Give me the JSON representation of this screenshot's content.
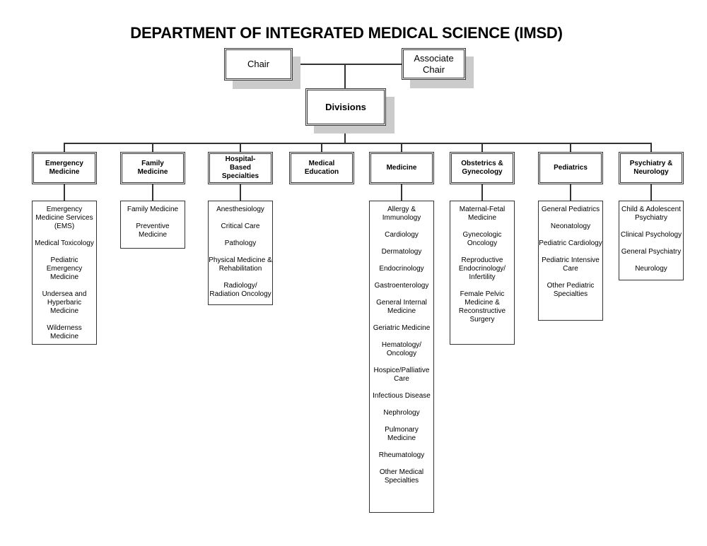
{
  "title": "DEPARTMENT OF INTEGRATED MEDICAL SCIENCE (IMSD)",
  "top": {
    "chair": "Chair",
    "associate_chair": "Associate Chair",
    "divisions": "Divisions"
  },
  "divisions": [
    {
      "name": "Emergency Medicine",
      "items": [
        "Emergency Medicine Services (EMS)",
        "Medical Toxicology",
        "Pediatric Emergency Medicine",
        "Undersea and Hyperbaric Medicine",
        "Wilderness Medicine"
      ]
    },
    {
      "name": "Family Medicine",
      "items": [
        "Family Medicine",
        "Preventive Medicine"
      ]
    },
    {
      "name": "Hospital-Based Specialties",
      "items": [
        "Anesthesiology",
        "Critical Care",
        "Pathology",
        "Physical Medicine & Rehabilitation",
        "Radiology/ Radiation Oncology"
      ]
    },
    {
      "name": "Medical Education",
      "items": []
    },
    {
      "name": "Medicine",
      "items": [
        "Allergy & Immunology",
        "Cardiology",
        "Dermatology",
        "Endocrinology",
        "Gastroenterology",
        "General Internal Medicine",
        "Geriatric Medicine",
        "Hematology/ Oncology",
        "Hospice/Palliative Care",
        "Infectious Disease",
        "Nephrology",
        "Pulmonary Medicine",
        "Rheumatology",
        "Other Medical Specialties"
      ]
    },
    {
      "name": "Obstetrics & Gynecology",
      "items": [
        "Maternal-Fetal Medicine",
        "Gynecologic Oncology",
        "Reproductive Endocrinology/ Infertility",
        "Female Pelvic Medicine & Reconstructive Surgery"
      ]
    },
    {
      "name": "Pediatrics",
      "items": [
        "General Pediatrics",
        "Neonatology",
        "Pediatric Cardiology",
        "Pediatric Intensive Care",
        "Other Pediatric Specialties"
      ]
    },
    {
      "name": "Psychiatry & Neurology",
      "items": [
        "Child & Adolescent Psychiatry",
        "Clinical Psychology",
        "General Psychiatry",
        "Neurology"
      ]
    }
  ]
}
